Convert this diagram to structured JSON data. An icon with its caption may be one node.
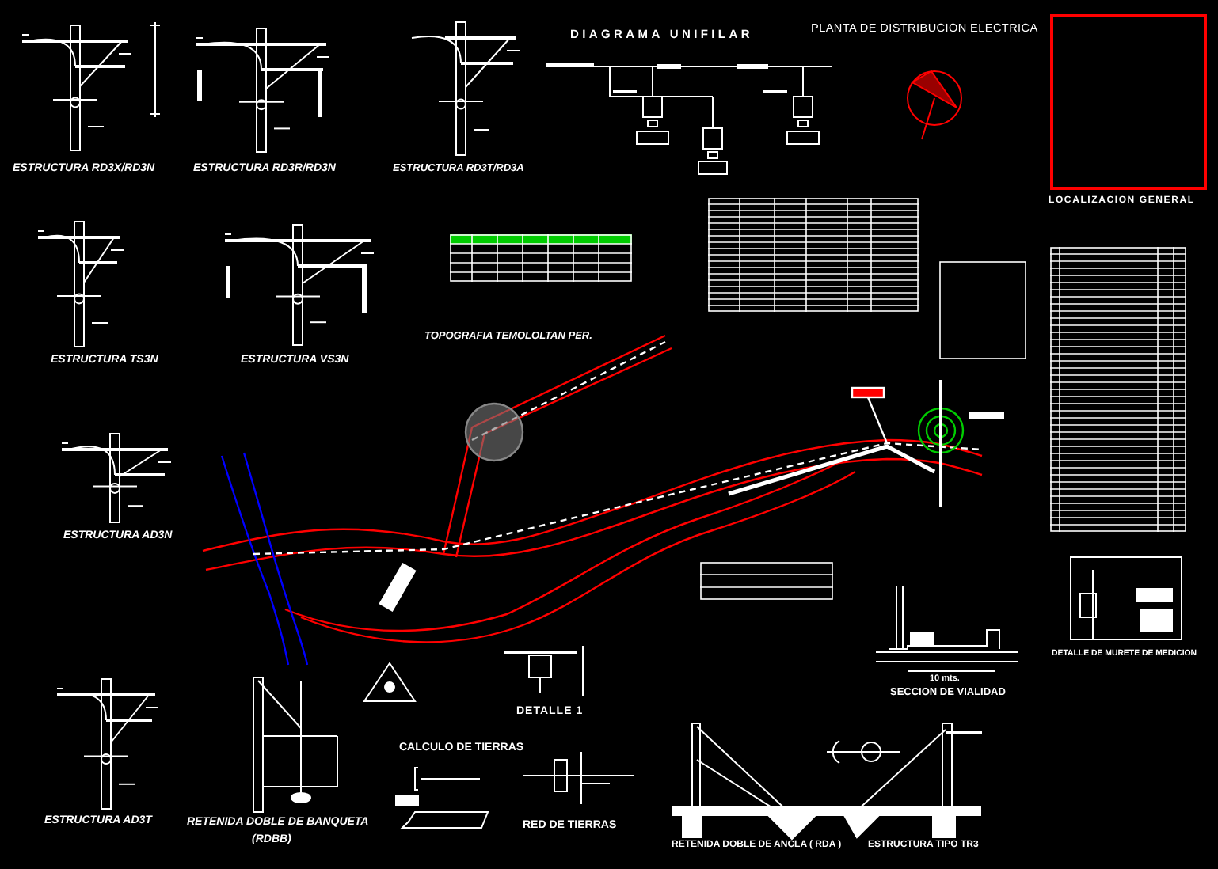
{
  "diagram": {
    "title": "PLANTA DE DISTRIBUCION ELECTRICA",
    "labels": [
      "ESTRUCTURA RD3X/RD3N",
      "ESTRUCTURA RD3R/RD3N",
      "ESTRUCTURA RD3T/RD3A",
      "DIAGRAMA UNIFILAR",
      "LOCALIZACION GENERAL",
      "ESTRUCTURA TS3N",
      "ESTRUCTURA VS3N",
      "TOPOGRAFIA TEMOLOLTAN PER.",
      "ESTRUCTURA AD3N",
      "DETALLE 1",
      "SECCION DE VIALIDAD",
      "DETALLE DE MURETE DE MEDICION",
      "10 mts.",
      "CALCULO DE TIERRAS",
      "ESTRUCTURA AD3T",
      "RETENIDA DOBLE DE BANQUETA",
      "(RDBB)",
      "RED DE TIERRAS",
      "RETENIDA DOBLE DE ANCLA ( RDA )",
      "ESTRUCTURA TIPO TR3"
    ]
  }
}
